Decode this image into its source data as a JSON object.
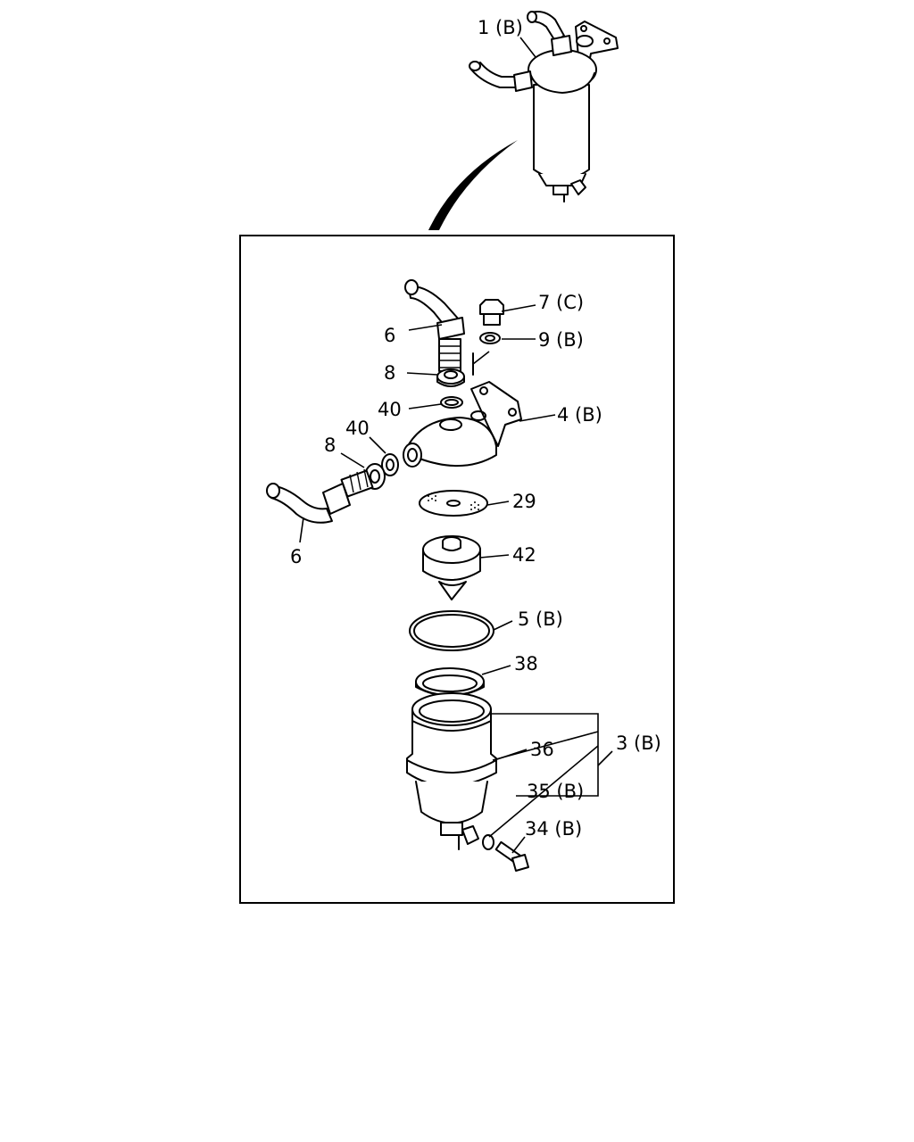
{
  "callouts": {
    "assembly": "1 (B)",
    "plug": "7 (C)",
    "washer_plug": "9 (B)",
    "pipe_top": "6",
    "nut_top": "8",
    "oring_top": "40",
    "head": "4 (B)",
    "nut_side": "8",
    "oring_side": "40",
    "pipe_side": "6",
    "screen": "29",
    "element": "42",
    "gasket": "5 (B)",
    "ring": "38",
    "bowl": "36",
    "bowl_assy": "3 (B)",
    "washer_drain": "35 (B)",
    "drain_plug": "34 (B)"
  },
  "icons": {
    "assembly": "fuel-filter-assembly-icon",
    "pipe": "elbow-pipe-icon",
    "plug": "plug-bolt-icon",
    "head": "filter-head-icon",
    "screen": "screen-disc-icon",
    "element": "filter-element-icon",
    "bowl": "filter-bowl-icon",
    "drain": "drain-plug-icon"
  }
}
